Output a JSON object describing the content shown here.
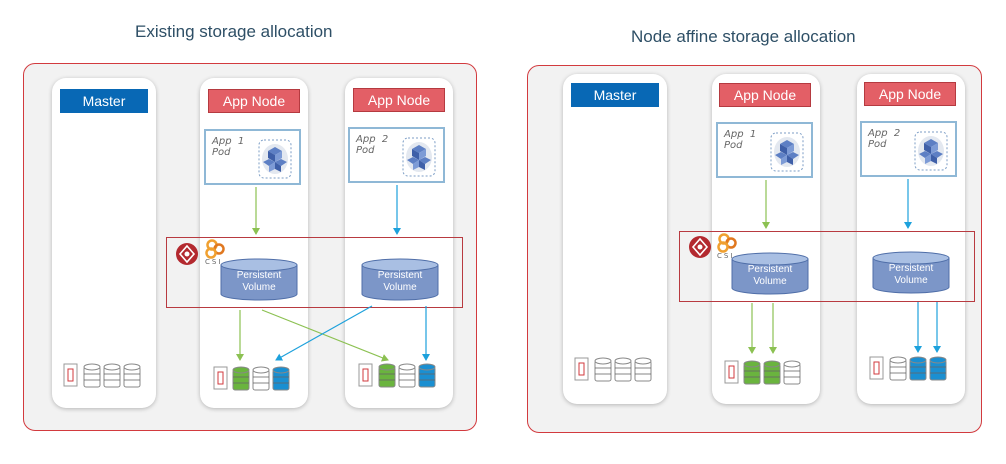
{
  "left": {
    "title": "Existing storage allocation",
    "master_label": "Master",
    "app_node_1_label": "App Node",
    "app_node_2_label": "App Node",
    "pod_1_label": "App  1\nPod",
    "pod_2_label": "App  2\nPod",
    "pv_1_label": "Persistent\nVolume",
    "pv_2_label": "Persistent\nVolume",
    "csi_label": "CSI"
  },
  "right": {
    "title": "Node affine storage allocation",
    "master_label": "Master",
    "app_node_1_label": "App Node",
    "app_node_2_label": "App Node",
    "pod_1_label": "App  1\nPod",
    "pod_2_label": "App  2\nPod",
    "pv_1_label": "Persistent\nVolume",
    "pv_2_label": "Persistent\nVolume",
    "csi_label": "CSI"
  },
  "colors": {
    "border_red": "#d23a3e",
    "master_blue": "#0868b5",
    "app_node_red": "#e35f66",
    "arrow_green": "#8cc152",
    "arrow_blue": "#1da1dc",
    "disk_green": "#6ab43e",
    "disk_blue": "#1a8fd1",
    "disk_white": "#ffffff",
    "pv_blue": "#7c96c8"
  }
}
